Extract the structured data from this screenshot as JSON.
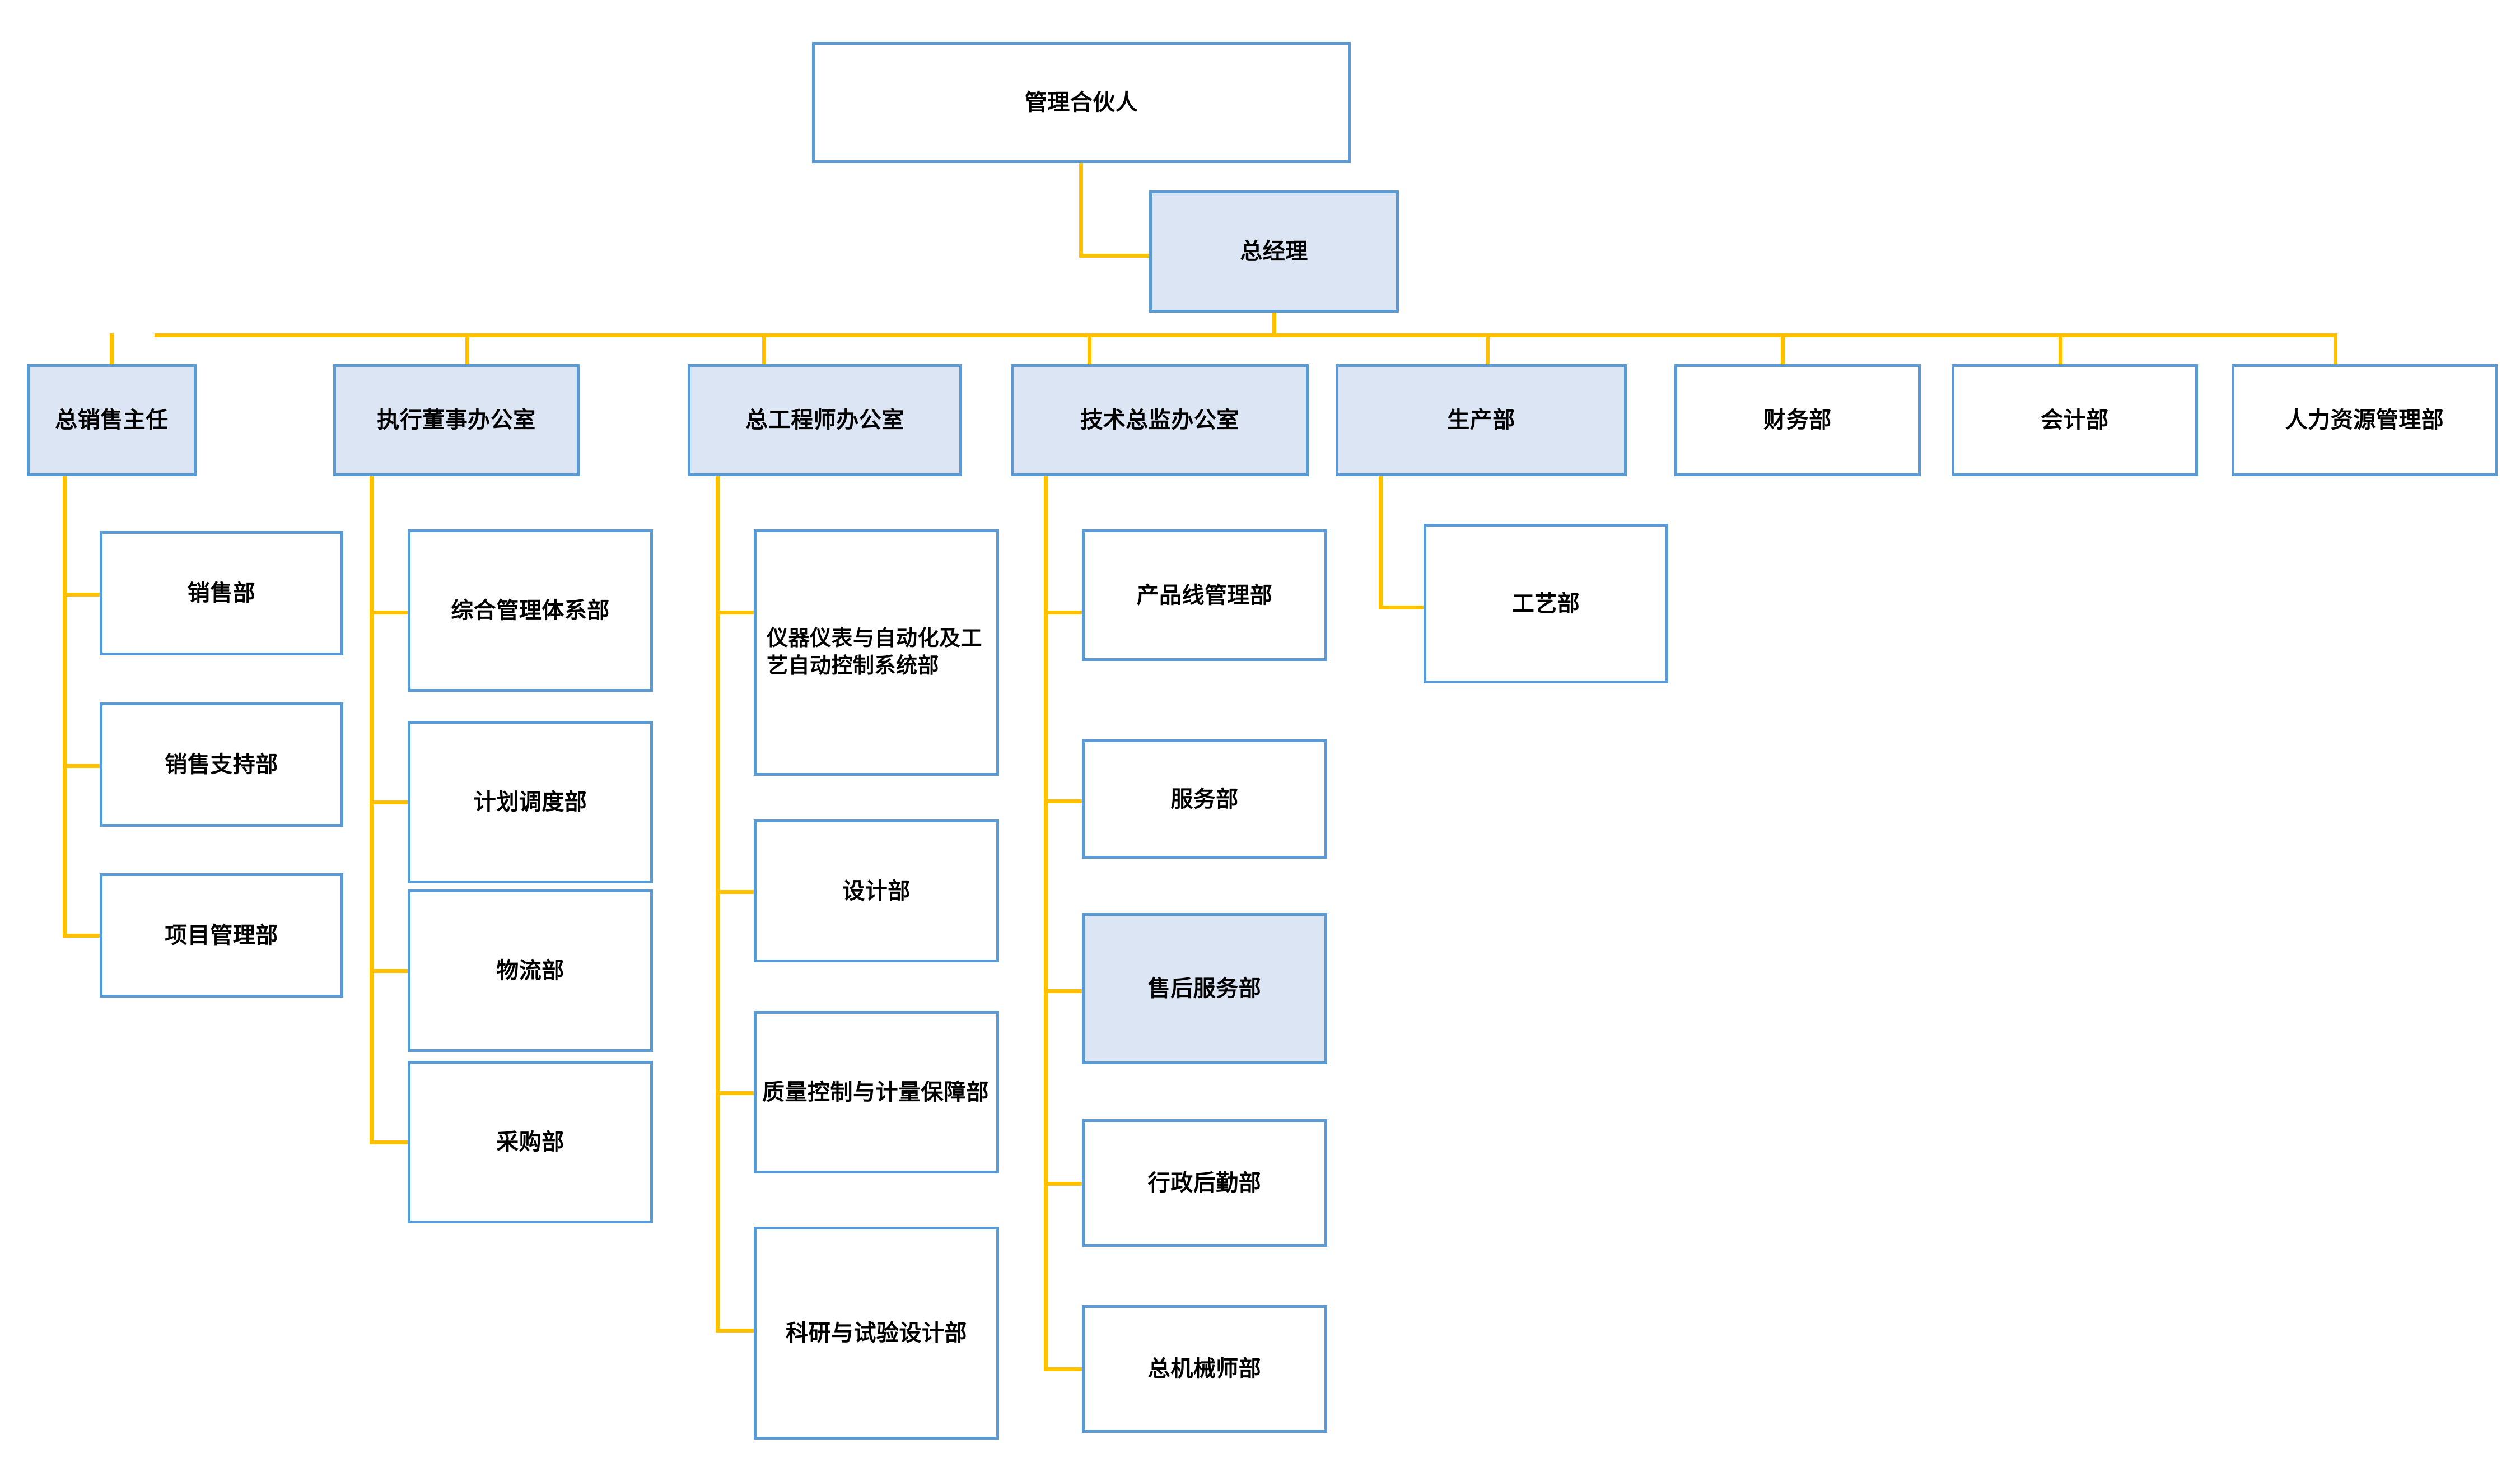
{
  "chart_title": "",
  "theme": {
    "box_border_color": "#5B9BD5",
    "box_fill_highlight": "#DCE5F3",
    "box_fill_plain": "#FFFFFF",
    "connector_color": "#FFC000",
    "text_color": "#000000",
    "background": "#FFFFFF"
  },
  "org": {
    "root": {
      "label": "管理合伙人",
      "filled": false
    },
    "general_manager": {
      "label": "总经理",
      "filled": true
    },
    "divisions": [
      {
        "label": "总销售主任",
        "filled": true
      },
      {
        "label": "执行董事办公室",
        "filled": true
      },
      {
        "label": "总工程师办公室",
        "filled": true
      },
      {
        "label": "技术总监办公室",
        "filled": true
      },
      {
        "label": "生产部",
        "filled": true
      },
      {
        "label": "财务部",
        "filled": false
      },
      {
        "label": "会计部",
        "filled": false
      },
      {
        "label": "人力资源管理部",
        "filled": false
      }
    ],
    "sales_children": [
      {
        "label": "销售部",
        "filled": false
      },
      {
        "label": "销售支持部",
        "filled": false
      },
      {
        "label": "项目管理部",
        "filled": false
      }
    ],
    "exec_children": [
      {
        "label": "综合管理体系部",
        "filled": false
      },
      {
        "label": "计划调度部",
        "filled": false
      },
      {
        "label": "物流部",
        "filled": false
      },
      {
        "label": "采购部",
        "filled": false
      }
    ],
    "chief_engineer_children": [
      {
        "label": "仪器仪表与自动化及工艺自动控制系统部",
        "filled": false
      },
      {
        "label": "设计部",
        "filled": false
      },
      {
        "label": "质量控制与计量保障部",
        "filled": false
      },
      {
        "label": "科研与试验设计部",
        "filled": false
      }
    ],
    "cto_children": [
      {
        "label": "产品线管理部",
        "filled": false
      },
      {
        "label": "服务部",
        "filled": false
      },
      {
        "label": "售后服务部",
        "filled": true
      },
      {
        "label": "行政后勤部",
        "filled": false
      },
      {
        "label": "总机械师部",
        "filled": false
      }
    ],
    "production_children": [
      {
        "label": "工艺部",
        "filled": false
      }
    ]
  }
}
